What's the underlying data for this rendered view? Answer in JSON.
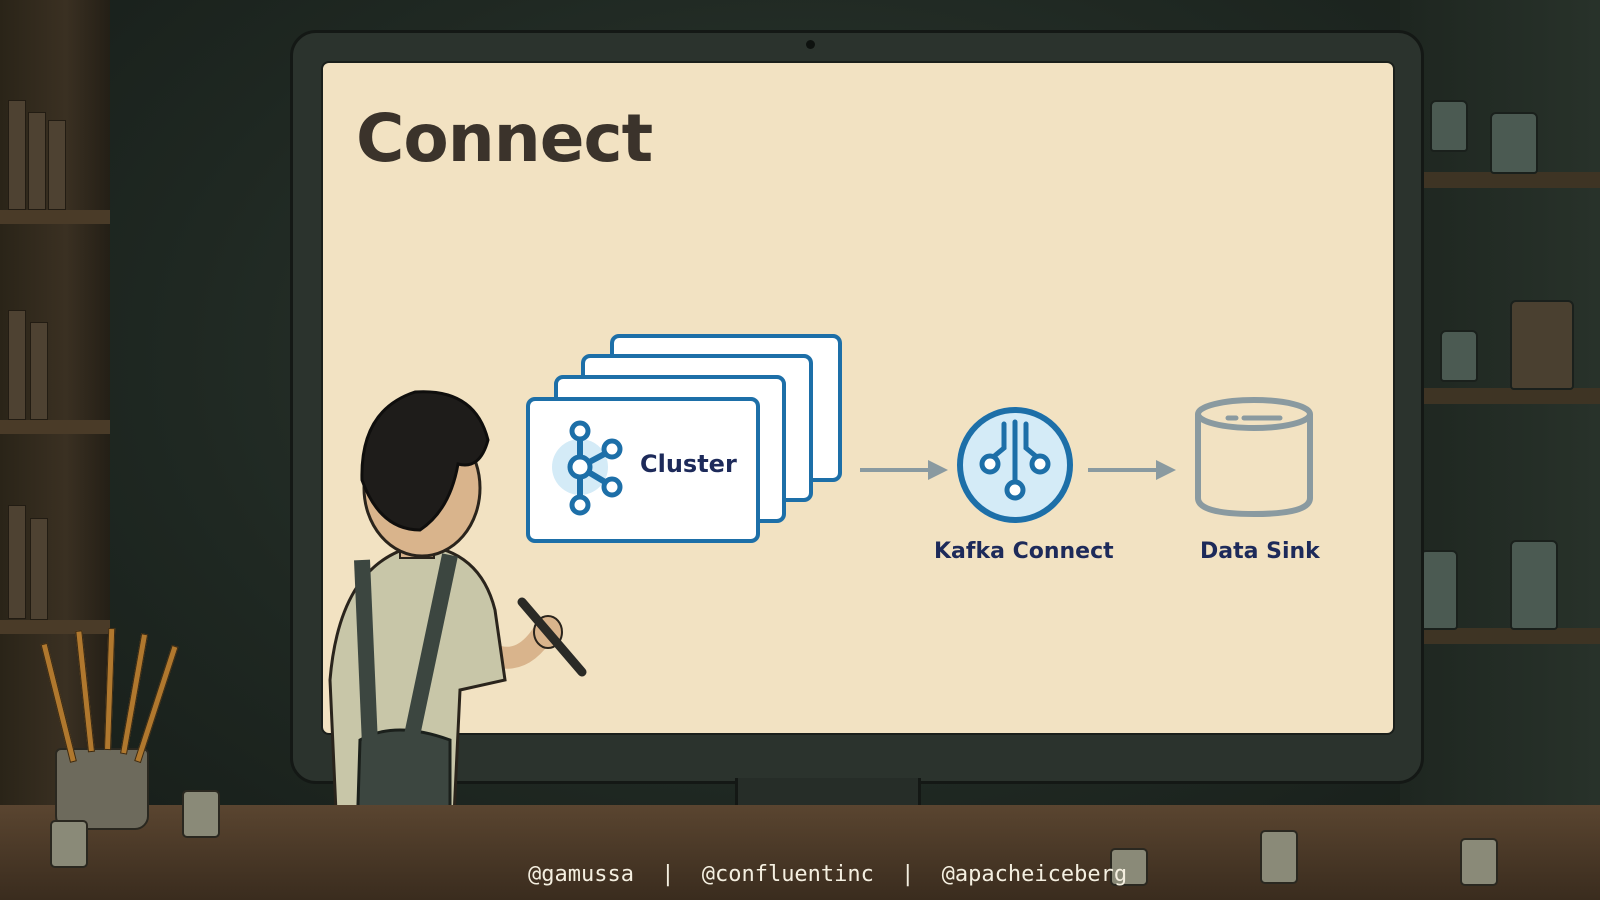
{
  "slide": {
    "title": "Connect"
  },
  "diagram": {
    "nodes": [
      {
        "id": "cluster",
        "label": "Cluster",
        "icon": "kafka-cluster-icon"
      },
      {
        "id": "kafka-connect",
        "label": "Kafka Connect",
        "icon": "kafka-connect-icon"
      },
      {
        "id": "data-sink",
        "label": "Data Sink",
        "icon": "database-cylinder-icon"
      }
    ],
    "edges": [
      {
        "from": "cluster",
        "to": "kafka-connect"
      },
      {
        "from": "kafka-connect",
        "to": "data-sink"
      }
    ]
  },
  "footer": {
    "handles": [
      "@gamussa",
      "@confluentinc",
      "@apacheiceberg"
    ],
    "separator": "|"
  },
  "colors": {
    "screen_bg": "#f2e2c2",
    "accent_blue": "#1d6fa8",
    "label_navy": "#1d2a5a",
    "arrow_gray": "#8a9aa0",
    "title_brown": "#3b332b"
  }
}
